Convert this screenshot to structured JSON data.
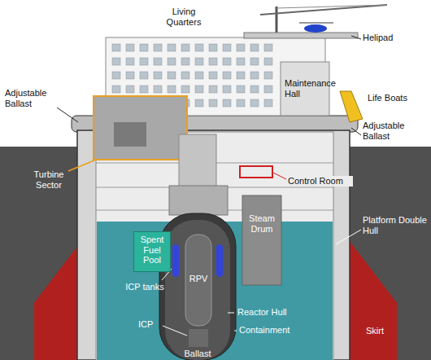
{
  "diagram": {
    "nodes": [
      {
        "text": [
          "Spent Fuel Pool"
        ]
      }
    ],
    "labels": [
      "Living Quarters",
      "Helipad",
      "Maintenance Hall",
      "Life Boats",
      "Adjustable Ballast",
      "Adjustable Ballast",
      "Turbine Sector",
      "Control Room",
      "Steam Drum",
      "Platform Double Hull",
      "ICP tanks",
      "RPV",
      "Reactor Hull",
      "ICP",
      "Containment",
      "Skirt",
      "Ballast"
    ]
  }
}
